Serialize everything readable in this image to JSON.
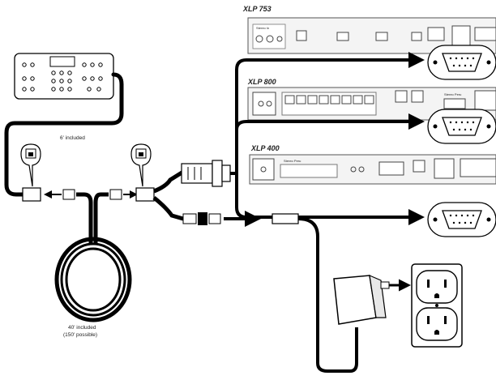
{
  "devices": {
    "xlp753": {
      "brand": "XLP 753",
      "tiny_label": "Stereo In"
    },
    "xlp800": {
      "brand": "XLP 800",
      "tiny_label": "Stereo Peru"
    },
    "xlp400": {
      "brand": "XLP 400",
      "tiny_label": "Stereo Peru"
    }
  },
  "labels": {
    "remote_cable": "6' included",
    "main_cable_line1": "40' included",
    "main_cable_line2": "(150' possible)"
  }
}
